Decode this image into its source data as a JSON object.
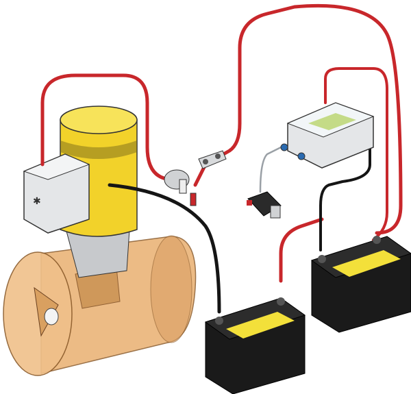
{
  "diagram": {
    "components": [
      "bow-thruster-tunnel",
      "thruster-motor",
      "motor-control-box",
      "main-switch",
      "fuse-holder",
      "control-relay-box",
      "control-panel-switch",
      "battery-1",
      "battery-2"
    ],
    "colors": {
      "positive_cable": "#c8272b",
      "negative_cable": "#151515",
      "motor": "#f2d22a",
      "tunnel": "#e6a45a",
      "housing": "#e4e6e8",
      "battery_case": "#1a1a1a",
      "battery_label": "#f3e03a"
    }
  }
}
